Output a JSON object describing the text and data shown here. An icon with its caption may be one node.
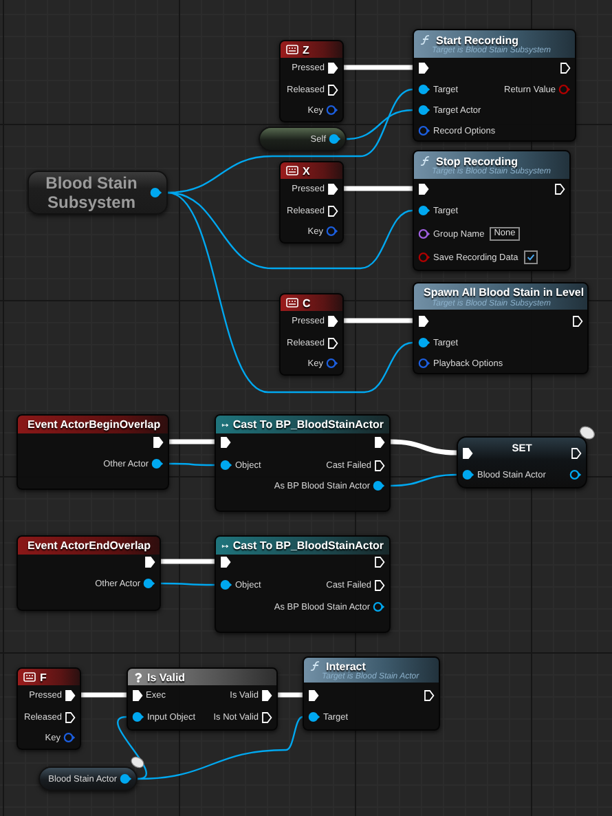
{
  "diagram": {
    "nodes": [
      {
        "text": [
          "Blood Stain Subsystem"
        ]
      },
      {
        "text": [
          "Z",
          "Pressed",
          "Released",
          "Key"
        ]
      },
      {
        "text": [
          "Start Recording",
          "Target is Blood Stain Subsystem",
          "Target",
          "Target Actor",
          "Record Options",
          "Return Value"
        ]
      },
      {
        "text": [
          "Self"
        ]
      },
      {
        "text": [
          "X",
          "Pressed",
          "Released",
          "Key"
        ]
      },
      {
        "text": [
          "Stop Recording",
          "Target is Blood Stain Subsystem",
          "Target",
          "Group Name",
          "None",
          "Save Recording Data"
        ]
      },
      {
        "text": [
          "C",
          "Pressed",
          "Released",
          "Key"
        ]
      },
      {
        "text": [
          "Spawn All Blood Stain in Level",
          "Target is Blood Stain Subsystem",
          "Target",
          "Playback Options"
        ]
      },
      {
        "text": [
          "Event ActorBeginOverlap",
          "Other Actor"
        ]
      },
      {
        "text": [
          "Cast To BP_BloodStainActor",
          "Object",
          "Cast Failed",
          "As BP Blood Stain Actor"
        ]
      },
      {
        "text": [
          "SET",
          "Blood Stain Actor"
        ]
      },
      {
        "text": [
          "Event ActorEndOverlap",
          "Other Actor"
        ]
      },
      {
        "text": [
          "Cast To BP_BloodStainActor",
          "Object",
          "Cast Failed",
          "As BP Blood Stain Actor"
        ]
      },
      {
        "text": [
          "F",
          "Pressed",
          "Released",
          "Key"
        ]
      },
      {
        "text": [
          "Is Valid",
          "Exec",
          "Is Valid",
          "Input Object",
          "Is Not Valid"
        ]
      },
      {
        "text": [
          "Interact",
          "Target is Blood Stain Actor",
          "Target"
        ]
      },
      {
        "text": [
          "Blood Stain Actor"
        ]
      }
    ],
    "edges": [
      {
        "from": 1,
        "to": 2,
        "arrow": "none",
        "style": "thick",
        "color": "#ffffff"
      },
      {
        "from": 0,
        "to": 2,
        "arrow": "none"
      },
      {
        "from": 3,
        "to": 2,
        "arrow": "none"
      },
      {
        "from": 4,
        "to": 5,
        "arrow": "none",
        "style": "thick",
        "color": "#ffffff"
      },
      {
        "from": 0,
        "to": 5,
        "arrow": "none"
      },
      {
        "from": 6,
        "to": 7,
        "arrow": "none",
        "style": "thick",
        "color": "#ffffff"
      },
      {
        "from": 0,
        "to": 7,
        "arrow": "none"
      },
      {
        "from": 8,
        "to": 9,
        "arrow": "none",
        "style": "thick",
        "color": "#ffffff"
      },
      {
        "from": 8,
        "to": 9,
        "arrow": "none"
      },
      {
        "from": 9,
        "to": 10,
        "arrow": "none",
        "style": "thick",
        "color": "#ffffff"
      },
      {
        "from": 9,
        "to": 10,
        "arrow": "none"
      },
      {
        "from": 11,
        "to": 12,
        "arrow": "none",
        "style": "thick",
        "color": "#ffffff"
      },
      {
        "from": 11,
        "to": 12,
        "arrow": "none"
      },
      {
        "from": 13,
        "to": 14,
        "arrow": "none",
        "style": "thick",
        "color": "#ffffff"
      },
      {
        "from": 14,
        "to": 15,
        "arrow": "none",
        "style": "thick",
        "color": "#ffffff"
      },
      {
        "from": 16,
        "to": 14,
        "arrow": "none"
      },
      {
        "from": 16,
        "to": 15,
        "arrow": "none"
      }
    ]
  }
}
